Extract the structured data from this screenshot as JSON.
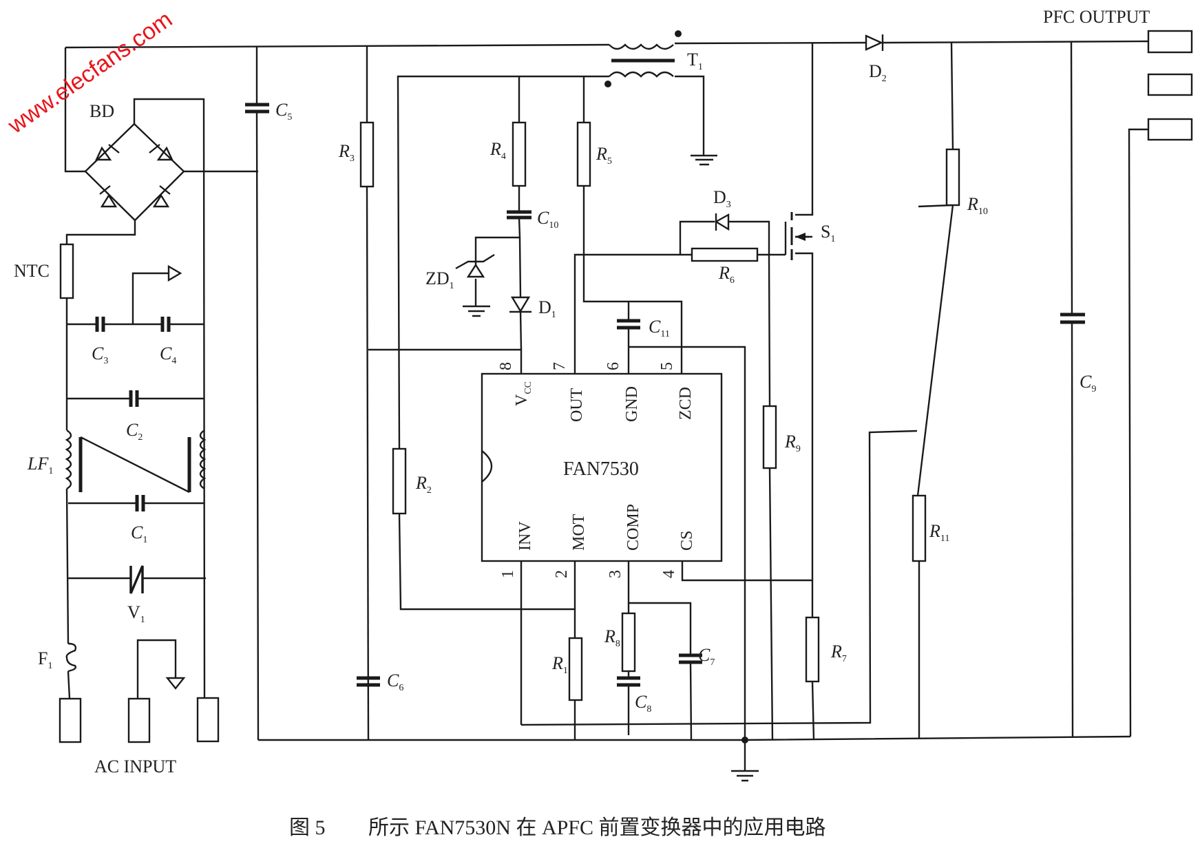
{
  "watermark": "www.elecfans.com",
  "caption": {
    "figure": "图 5",
    "text": "所示 FAN7530N 在 APFC 前置变换器中的应用电路"
  },
  "terminals": {
    "input": "AC INPUT",
    "output": "PFC OUTPUT"
  },
  "ic": {
    "name": "FAN7530",
    "pins_top": [
      {
        "num": "8",
        "name": "V",
        "sub": "CC"
      },
      {
        "num": "7",
        "name": "OUT",
        "sub": ""
      },
      {
        "num": "6",
        "name": "GND",
        "sub": ""
      },
      {
        "num": "5",
        "name": "ZCD",
        "sub": ""
      }
    ],
    "pins_bottom": [
      {
        "num": "1",
        "name": "INV"
      },
      {
        "num": "2",
        "name": "MOT"
      },
      {
        "num": "3",
        "name": "COMP"
      },
      {
        "num": "4",
        "name": "CS"
      }
    ]
  },
  "components": {
    "BD": {
      "main": "BD",
      "sub": ""
    },
    "NTC": {
      "main": "NTC",
      "sub": ""
    },
    "C1": {
      "main": "C",
      "sub": "1"
    },
    "C2": {
      "main": "C",
      "sub": "2"
    },
    "C3": {
      "main": "C",
      "sub": "3"
    },
    "C4": {
      "main": "C",
      "sub": "4"
    },
    "C5": {
      "main": "C",
      "sub": "5"
    },
    "C6": {
      "main": "C",
      "sub": "6"
    },
    "C7": {
      "main": "C",
      "sub": "7"
    },
    "C8": {
      "main": "C",
      "sub": "8"
    },
    "C9": {
      "main": "C",
      "sub": "9"
    },
    "C10": {
      "main": "C",
      "sub": "10"
    },
    "C11": {
      "main": "C",
      "sub": "11"
    },
    "R1": {
      "main": "R",
      "sub": "1"
    },
    "R2": {
      "main": "R",
      "sub": "2"
    },
    "R3": {
      "main": "R",
      "sub": "3"
    },
    "R4": {
      "main": "R",
      "sub": "4"
    },
    "R5": {
      "main": "R",
      "sub": "5"
    },
    "R6": {
      "main": "R",
      "sub": "6"
    },
    "R7": {
      "main": "R",
      "sub": "7"
    },
    "R8": {
      "main": "R",
      "sub": "8"
    },
    "R9": {
      "main": "R",
      "sub": "9"
    },
    "R10": {
      "main": "R",
      "sub": "10"
    },
    "R11": {
      "main": "R",
      "sub": "11"
    },
    "LF1": {
      "main": "LF",
      "sub": "1"
    },
    "V1": {
      "main": "V",
      "sub": "1"
    },
    "F1": {
      "main": "F",
      "sub": "1"
    },
    "T1": {
      "main": "T",
      "sub": "1"
    },
    "D1": {
      "main": "D",
      "sub": "1"
    },
    "D2": {
      "main": "D",
      "sub": "2"
    },
    "D3": {
      "main": "D",
      "sub": "3"
    },
    "ZD1": {
      "main": "ZD",
      "sub": "1"
    },
    "S1": {
      "main": "S",
      "sub": "1"
    }
  }
}
